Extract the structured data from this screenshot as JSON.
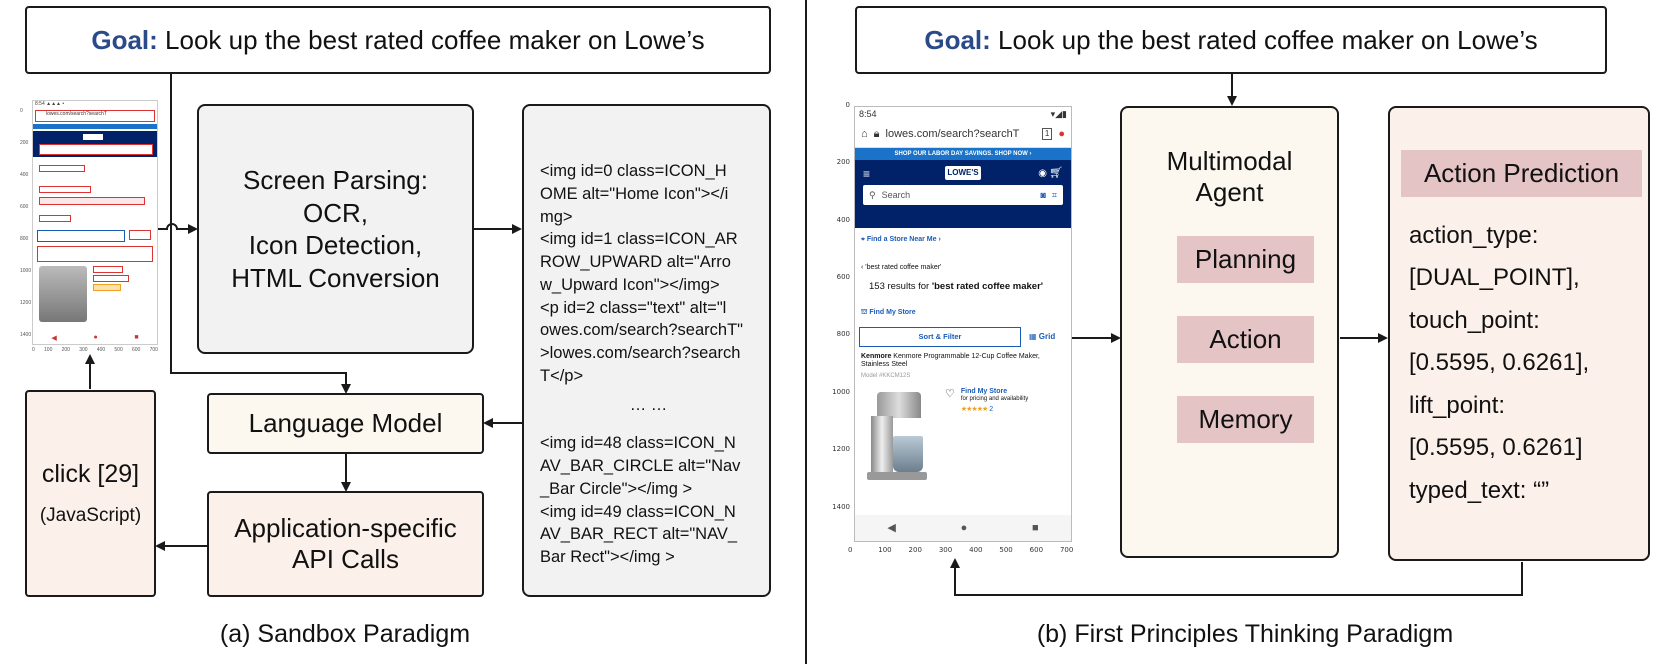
{
  "left_panel": {
    "goal_label": "Goal:",
    "goal_text": "Look up the best rated coffee maker on Lowe’s",
    "screen_parsing": [
      "Screen Parsing:",
      "OCR,",
      "Icon Detection,",
      "HTML Conversion"
    ],
    "html_lines": [
      "<img id=0  class=ICON_H",
      "OME alt=\"Home Icon\"></i",
      "mg>",
      "<img id=1 class=ICON_AR",
      "ROW_UPWARD   alt=\"Arro",
      "w_Upward Icon\"></img>",
      "<p id=2 class=\"text\" alt=\"l",
      "owes.com/search?searchT\"",
      ">lowes.com/search?search",
      "T</p>"
    ],
    "html_ellipsis": "… …",
    "html_lines_2": [
      "<img id=48 class=ICON_N",
      "AV_BAR_CIRCLE  alt=\"Nav",
      "_Bar Circle\"></img >",
      "<img id=49 class=ICON_N",
      "AV_BAR_RECT   alt=\"NAV_",
      "Bar Rect\"></img >"
    ],
    "language_model": "Language Model",
    "api_calls": [
      "Application-specific",
      "API Calls"
    ],
    "click_action": "click [29]",
    "click_lang": "(JavaScript)",
    "caption": "(a) Sandbox Paradigm"
  },
  "right_panel": {
    "goal_label": "Goal:",
    "goal_text": "Look up the best rated coffee maker on Lowe’s",
    "agent_title": [
      "Multimodal",
      "Agent"
    ],
    "planning": "Planning",
    "action": "Action",
    "memory": "Memory",
    "prediction_title": "Action Prediction",
    "prediction_lines": [
      "action_type:",
      "[DUAL_POINT],",
      "touch_point:",
      "[0.5595, 0.6261],",
      "lift_point:",
      "[0.5595, 0.6261]",
      "typed_text: “”"
    ],
    "caption": "(b) First Principles Thinking Paradigm"
  },
  "phone": {
    "time": "8:54",
    "url": "lowes.com/search?searchT",
    "promo": "SHOP OUR LABOR DAY SAVINGS. SHOP NOW ›",
    "logo": "LOWE'S",
    "search_placeholder": "Search",
    "store_link": "Find a Store Near Me",
    "query": "'best rated coffee maker'",
    "results_count": "153 results for",
    "results_query": "'best rated coffee maker'",
    "find_store": "Find My Store",
    "sort_filter": "Sort & Filter",
    "grid": "Grid",
    "brand": "Kenmore",
    "product": "Kenmore Programmable 12-Cup Coffee Maker, Stainless Steel",
    "model": "Model #KKCM12S",
    "find_store_2": "Find My Store",
    "pricing": "for pricing and availability",
    "rating_count": "2",
    "y_ticks": [
      "0",
      "200",
      "400",
      "600",
      "800",
      "1000",
      "1200",
      "1400"
    ],
    "x_ticks": [
      "0",
      "100",
      "200",
      "300",
      "400",
      "500",
      "600",
      "700"
    ]
  },
  "colors": {
    "goal_blue": "#2a4a8a",
    "pink_label": "#e5c4c6",
    "cream": "#fdf8ef",
    "peach": "#fcf1ea",
    "gray_box": "#f2f2f2"
  }
}
